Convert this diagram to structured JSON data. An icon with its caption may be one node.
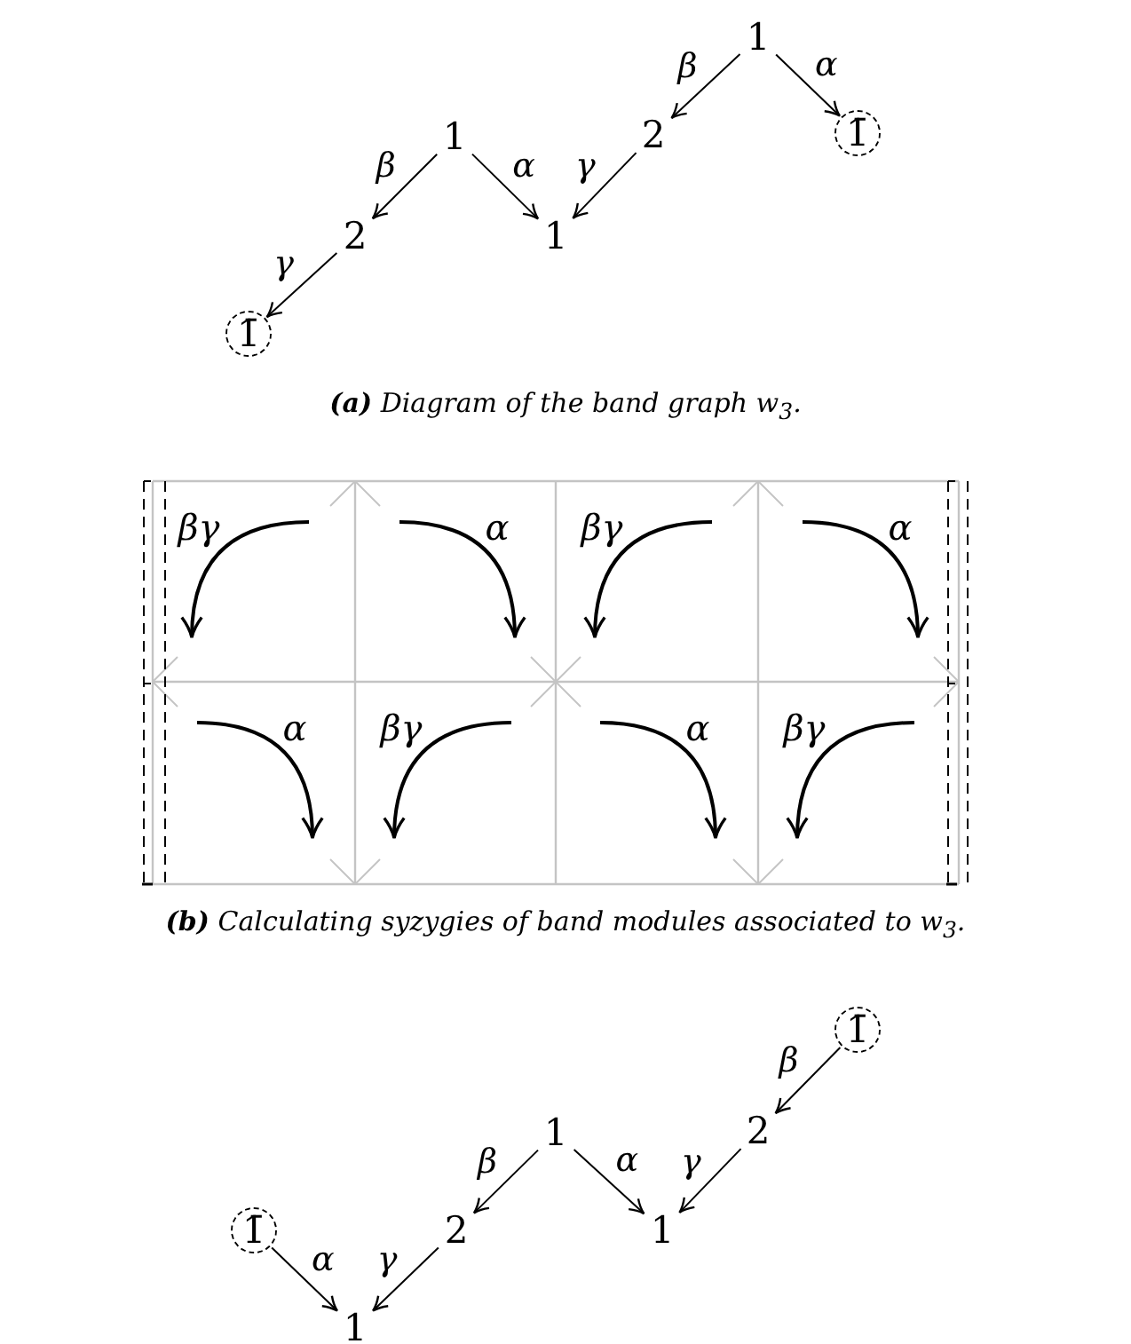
{
  "diagram": {
    "nodes": [
      {
        "text": [
          "1̄"
        ]
      },
      {
        "text": [
          "2"
        ]
      },
      {
        "text": [
          "1"
        ]
      },
      {
        "text": [
          "1"
        ]
      },
      {
        "text": [
          "2"
        ]
      },
      {
        "text": [
          "1"
        ]
      },
      {
        "text": [
          "1̄"
        ]
      },
      {
        "text": [
          "1̄"
        ]
      },
      {
        "text": [
          "1"
        ]
      },
      {
        "text": [
          "2"
        ]
      },
      {
        "text": [
          "1"
        ]
      },
      {
        "text": [
          "1"
        ]
      },
      {
        "text": [
          "2"
        ]
      },
      {
        "text": [
          "1̄"
        ]
      }
    ],
    "edges": [
      {
        "from": 1,
        "to": 0,
        "arrow": "to",
        "label": "γ"
      },
      {
        "from": 2,
        "to": 1,
        "arrow": "to",
        "label": "β"
      },
      {
        "from": 2,
        "to": 3,
        "arrow": "to",
        "label": "α"
      },
      {
        "from": 4,
        "to": 3,
        "arrow": "to",
        "label": "γ"
      },
      {
        "from": 5,
        "to": 4,
        "arrow": "to",
        "label": "β"
      },
      {
        "from": 5,
        "to": 6,
        "arrow": "to",
        "label": "α"
      },
      {
        "from": 7,
        "to": 8,
        "arrow": "to",
        "label": "α"
      },
      {
        "from": 9,
        "to": 8,
        "arrow": "to",
        "label": "γ"
      },
      {
        "from": 10,
        "to": 9,
        "arrow": "to",
        "label": "β"
      },
      {
        "from": 10,
        "to": 11,
        "arrow": "to",
        "label": "α"
      },
      {
        "from": 12,
        "to": 11,
        "arrow": "to",
        "label": "γ"
      },
      {
        "from": 13,
        "to": 12,
        "arrow": "to",
        "label": "β"
      }
    ],
    "labels": [
      "**(a)** Diagram of the band graph w$_{3}$.",
      "βγ",
      "α",
      "βγ",
      "α",
      "α",
      "βγ",
      "α",
      "βγ",
      "**(b)** Calculating syzygies of band modules associated to w$_{3}$."
    ]
  }
}
